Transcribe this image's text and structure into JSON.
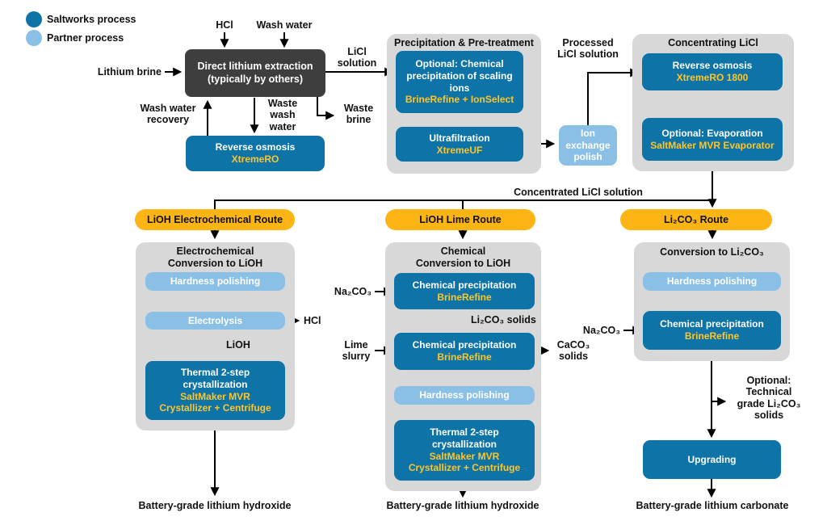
{
  "colors": {
    "saltworks_blue": "#0e74a8",
    "partner_blue": "#8bc0e6",
    "route_yellow": "#fdb515",
    "brand_text_yellow": "#ffc527",
    "container_gray": "#d8d8d8",
    "dle_box_gray": "#3e3e3e"
  },
  "legend": {
    "saltworks": "Saltworks process",
    "partner": "Partner process"
  },
  "dle": {
    "line1": "Direct lithium extraction",
    "line2": "(typically by others)"
  },
  "streams": {
    "hcl_in": "HCl",
    "wash_water_in": "Wash water",
    "lithium_brine": "Lithium brine",
    "licl_solution": "LiCl solution",
    "wash_water_recovery": "Wash water recovery",
    "waste_wash_water": "Waste wash water",
    "waste_brine": "Waste brine",
    "processed_licl": "Processed LiCl solution",
    "concentrated_licl": "Concentrated LiCl solution"
  },
  "recovery_ro": {
    "title": "Reverse osmosis",
    "brand": "XtremeRO"
  },
  "pretreatment": {
    "title": "Precipitation & Pre-treatment",
    "chem_precip": {
      "title": "Optional: Chemical precipitation of scaling ions",
      "brand": "BrineRefine + IonSelect"
    },
    "ultrafiltration": {
      "title": "Ultrafiltration",
      "brand": "XtremeUF"
    },
    "ion_exchange": "Ion exchange polish"
  },
  "concentrating": {
    "title": "Concentrating LiCl",
    "reverse_osmosis": {
      "title": "Reverse osmosis",
      "brand": "XtremeRO 1800"
    },
    "evaporation": {
      "title": "Optional: Evaporation",
      "brand": "SaltMaker MVR Evaporator"
    }
  },
  "routes": {
    "electrochemical": {
      "pill": "LiOH Electrochemical Route",
      "title1": "Electrochemical",
      "title2": "Conversion to LiOH",
      "hardness": "Hardness polishing",
      "electrolysis": "Electrolysis",
      "hcl_out": "HCl",
      "lioh": "LiOH",
      "thermal": {
        "title": "Thermal 2-step crystallization",
        "brand1": "SaltMaker MVR",
        "brand2": "Crystallizer + Centrifuge"
      },
      "product": "Battery-grade lithium hydroxide"
    },
    "lime": {
      "pill": "LiOH Lime Route",
      "title1": "Chemical",
      "title2": "Conversion to LiOH",
      "na2co3": "Na₂CO₃",
      "precip1": {
        "title": "Chemical precipitation",
        "brand": "BrineRefine"
      },
      "li2co3_solids": "Li₂CO₃ solids",
      "lime_slurry": "Lime slurry",
      "precip2": {
        "title": "Chemical precipitation",
        "brand": "BrineRefine"
      },
      "caco3_solids": "CaCO₃ solids",
      "hardness": "Hardness polishing",
      "thermal": {
        "title": "Thermal 2-step crystallization",
        "brand1": "SaltMaker MVR",
        "brand2": "Crystallizer + Centrifuge"
      },
      "product": "Battery-grade lithium hydroxide"
    },
    "carbonate": {
      "pill": "Li₂CO₃ Route",
      "title": "Conversion to Li₂CO₃",
      "hardness": "Hardness polishing",
      "na2co3": "Na₂CO₃",
      "precip": {
        "title": "Chemical precipitation",
        "brand": "BrineRefine"
      },
      "optional_solids": "Optional: Technical grade Li₂CO₃ solids",
      "upgrading": "Upgrading",
      "product": "Battery-grade lithium carbonate"
    }
  }
}
